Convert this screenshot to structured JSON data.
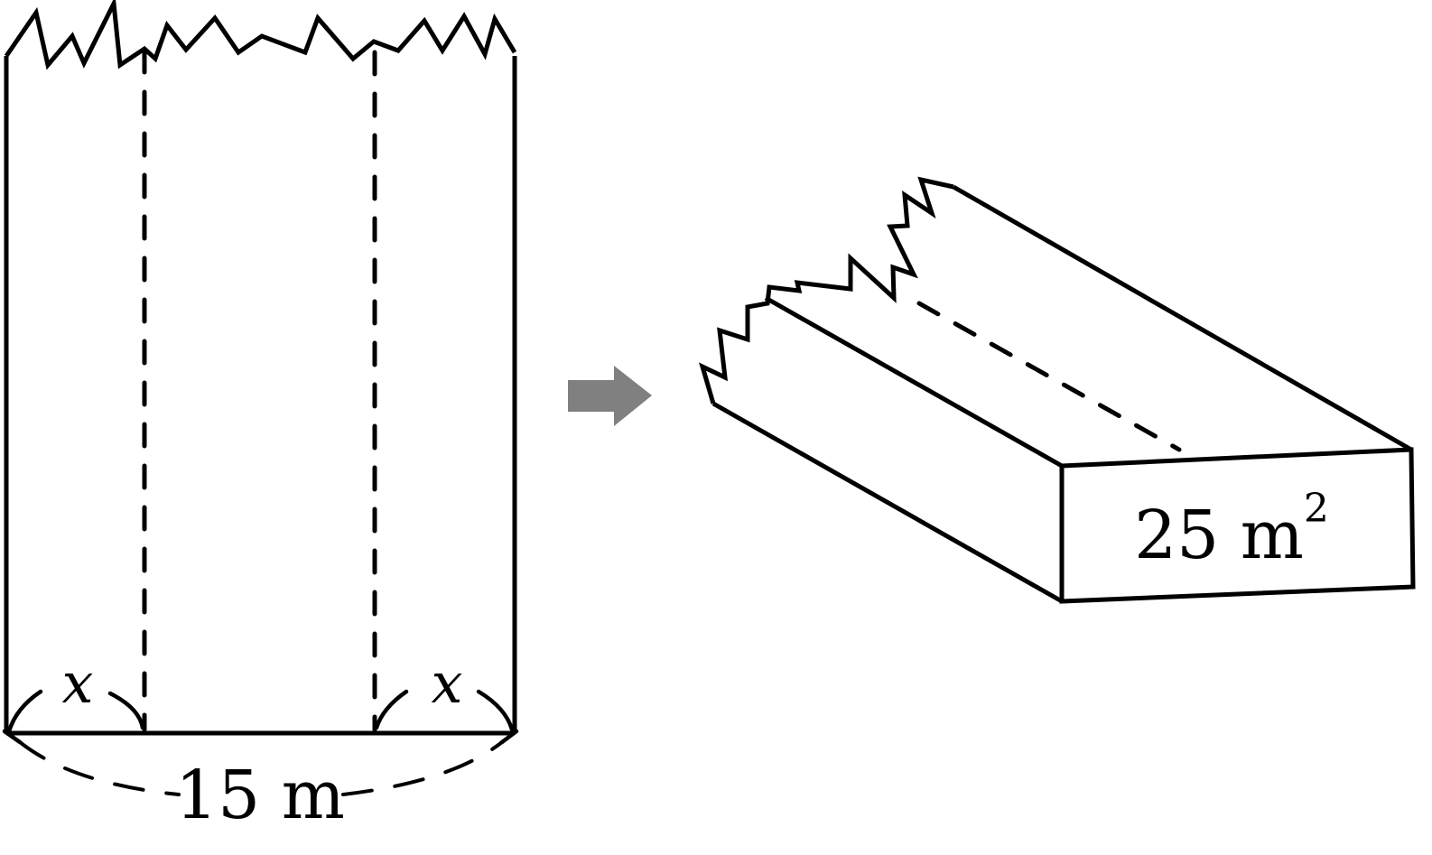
{
  "labels": {
    "fold_width_left": "x",
    "fold_width_right": "x",
    "sheet_width": "15 m",
    "cross_section_area": "25 m",
    "cross_section_area_exponent": "2"
  },
  "colors": {
    "stroke": "#000000",
    "arrow": "#808080",
    "background": "#ffffff"
  }
}
